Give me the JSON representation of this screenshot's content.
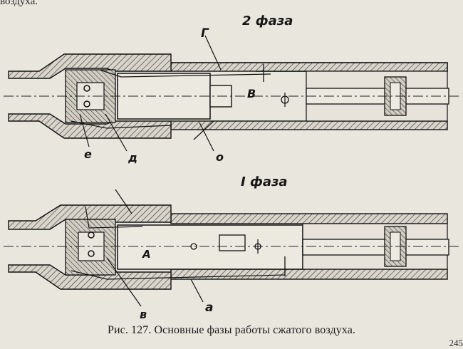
{
  "figure": {
    "top_heading": "2 фаза",
    "bottom_heading": "I фаза",
    "top_labels": {
      "g": "Г",
      "v": "В",
      "e": "е",
      "d": "д",
      "o": "о"
    },
    "bottom_labels": {
      "a_cap": "А",
      "v": "в",
      "a": "а"
    }
  },
  "caption": "Рис. 127. Основные фазы работы сжатого воздуха.",
  "corner_top_text": "воздуха.",
  "corner_bottom_text": "245"
}
